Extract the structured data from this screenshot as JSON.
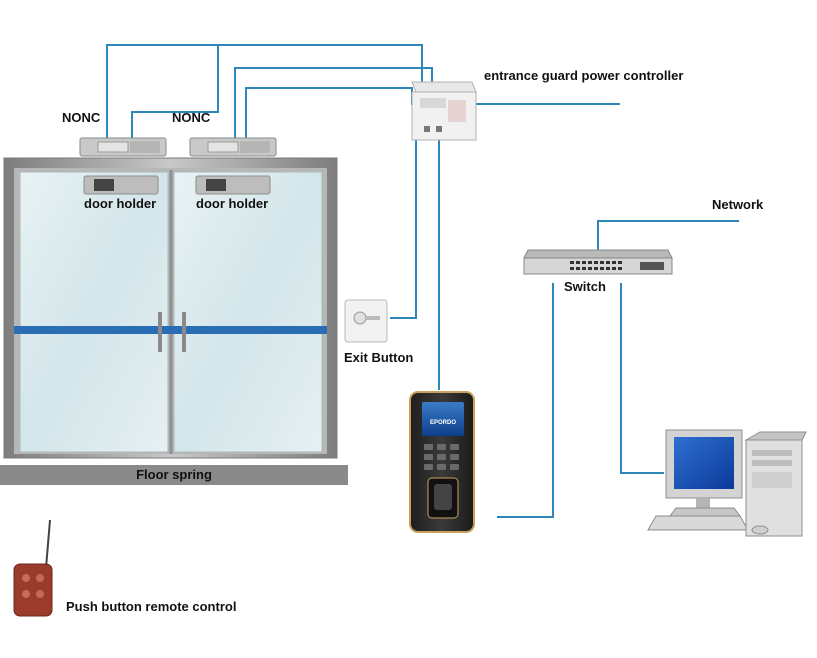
{
  "labels": {
    "nonc_left": "NONC",
    "nonc_right": "NONC",
    "door_holder_left": "door holder",
    "door_holder_right": "door holder",
    "power_controller": "entrance guard power controller",
    "network": "Network",
    "switch": "Switch",
    "exit_button": "Exit Button",
    "floor_spring": "Floor spring",
    "remote_control": "Push button remote control"
  },
  "device_text": {
    "terminal_brand": "EPORDO"
  },
  "colors": {
    "wire": "#2f86b8",
    "floor_bar": "#8a8a8a",
    "door_frame": "#9a9a9a",
    "glass": "#dbe9ec",
    "door_rail": "#2a6db5",
    "remote_body": "#9a3b2c"
  }
}
